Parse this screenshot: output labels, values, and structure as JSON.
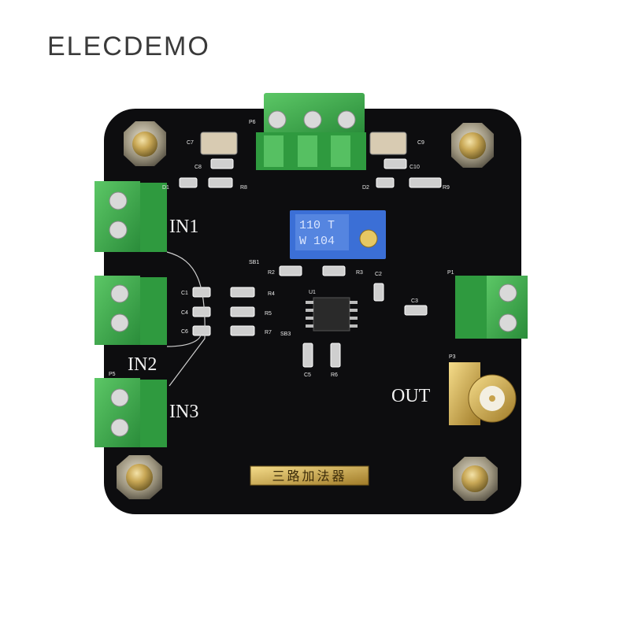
{
  "brand": {
    "text": "ELECDEMO"
  },
  "board": {
    "labels": {
      "in1": "IN1",
      "in2": "IN2",
      "in3": "IN3",
      "out": "OUT",
      "title_plate": "三路加法器"
    },
    "potentiometer": {
      "line1": "110 T",
      "line2": "W 104"
    },
    "silkscreen_refs": [
      "C7",
      "C9",
      "C8",
      "C10",
      "D1",
      "D2",
      "R8",
      "R9",
      "P6",
      "P1",
      "P3",
      "P5",
      "SB1",
      "SB3",
      "R2",
      "R3",
      "R4",
      "R5",
      "R7",
      "C1",
      "C4",
      "C6",
      "C2",
      "C3",
      "C5",
      "R6",
      "U1"
    ]
  },
  "colors": {
    "pcb": "#0d0d0f",
    "terminal": "#3cae4b",
    "brass": "#b89a4a",
    "pot": "#3b6fd6"
  }
}
